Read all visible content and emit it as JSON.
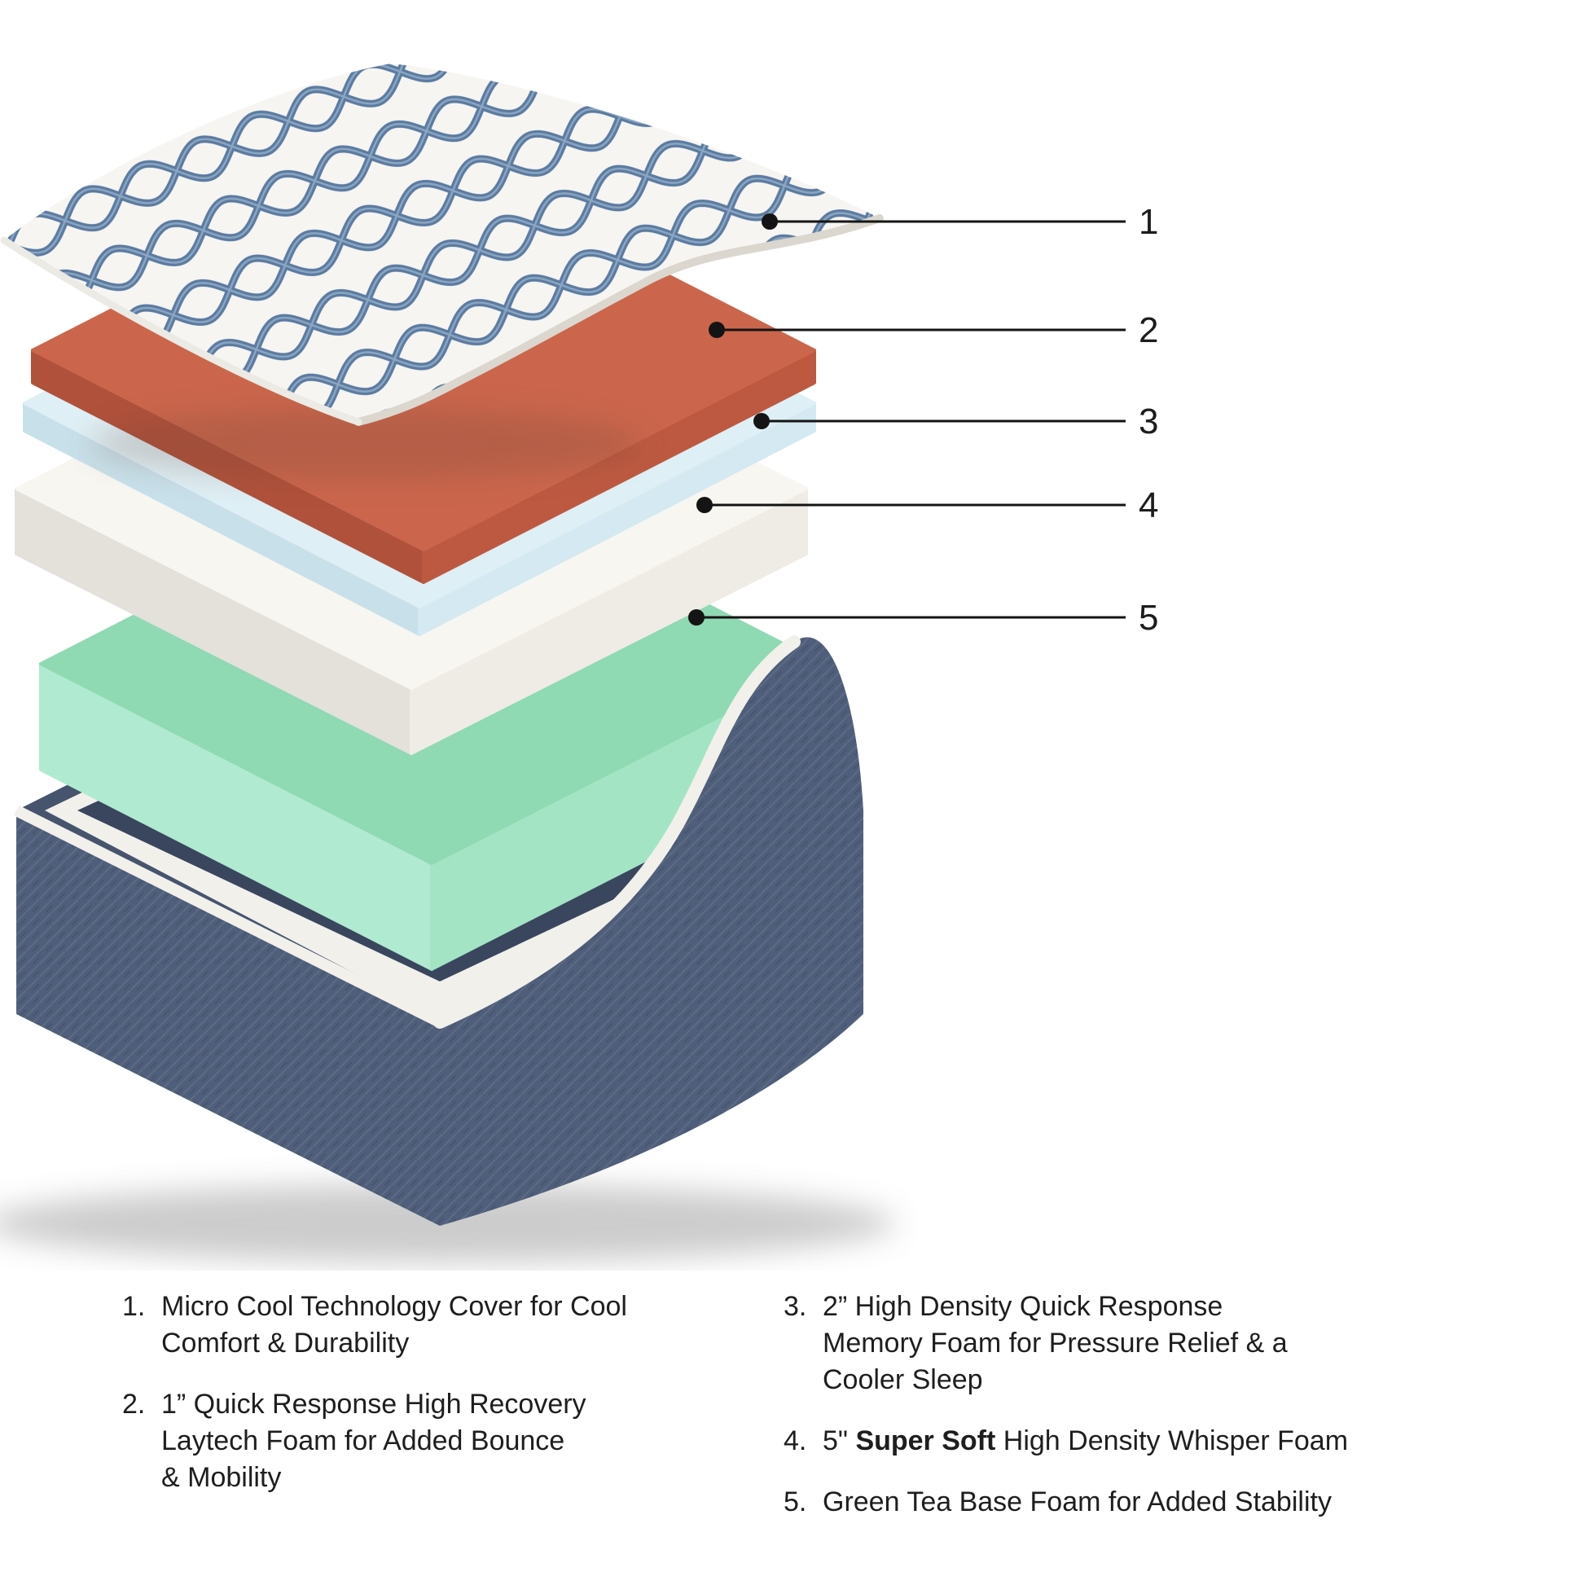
{
  "diagram": {
    "callouts": [
      {
        "label": "1",
        "layer": "quilted-cover"
      },
      {
        "label": "2",
        "layer": "laytech-foam"
      },
      {
        "label": "3",
        "layer": "memory-foam"
      },
      {
        "label": "4",
        "layer": "whisper-foam"
      },
      {
        "label": "5",
        "layer": "green-tea-foam"
      }
    ],
    "layers": [
      {
        "name": "quilted-cover",
        "color": "#5B7BA1"
      },
      {
        "name": "laytech-foam",
        "color": "#CB664C"
      },
      {
        "name": "memory-foam",
        "color": "#DEEFF5"
      },
      {
        "name": "whisper-foam",
        "color": "#F7F6F1"
      },
      {
        "name": "green-tea-foam",
        "color": "#8FD9B3"
      },
      {
        "name": "base-cover",
        "color": "#4F5E7A"
      }
    ]
  },
  "legend": {
    "left": [
      {
        "num": "1.",
        "text": "Micro Cool Technology Cover for Cool\nComfort & Durability"
      },
      {
        "num": "2.",
        "text": "1” Quick Response High Recovery\nLaytech Foam for Added Bounce\n& Mobility"
      }
    ],
    "right": [
      {
        "num": "3.",
        "text": "2” High Density Quick Response\nMemory Foam for Pressure Relief & a\nCooler Sleep"
      },
      {
        "num": "4.",
        "pre": "5\" ",
        "bold": "Super Soft",
        "post": " High Density Whisper Foam"
      },
      {
        "num": "5.",
        "text": "Green Tea Base Foam for Added Stability"
      }
    ]
  }
}
